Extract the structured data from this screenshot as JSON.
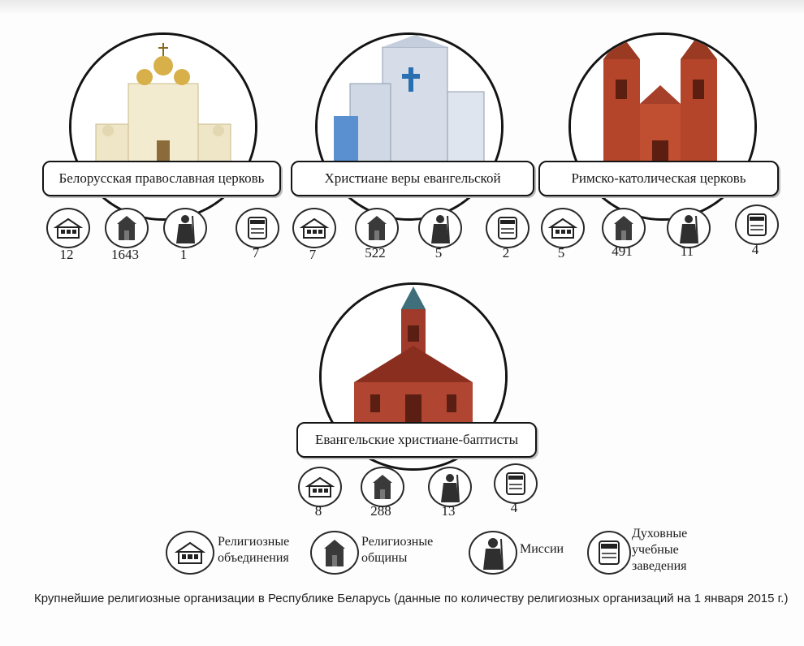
{
  "organizations": [
    {
      "name": "Белорусская православная церковь",
      "unions": "12",
      "communities": "1643",
      "missions": "1",
      "schools": "7"
    },
    {
      "name": "Христиане веры евангельской",
      "unions": "7",
      "communities": "522",
      "missions": "5",
      "schools": "2"
    },
    {
      "name": "Римско-католическая церковь",
      "unions": "5",
      "communities": "491",
      "missions": "11",
      "schools": "4"
    },
    {
      "name": "Евангельские христиане-баптисты",
      "unions": "8",
      "communities": "288",
      "missions": "13",
      "schools": "4"
    }
  ],
  "legend": {
    "unions": "Религиозные объединения",
    "communities": "Религиозные общины",
    "missions": "Миссии",
    "schools": "Духовные учебные заведения"
  },
  "caption": "Крупнейшие религиозные организации в Республике Беларусь (данные по количеству религиозных организаций на 1 января 2015 г.)",
  "icons": [
    "building-icon",
    "church-icon",
    "monk-icon",
    "book-icon"
  ]
}
